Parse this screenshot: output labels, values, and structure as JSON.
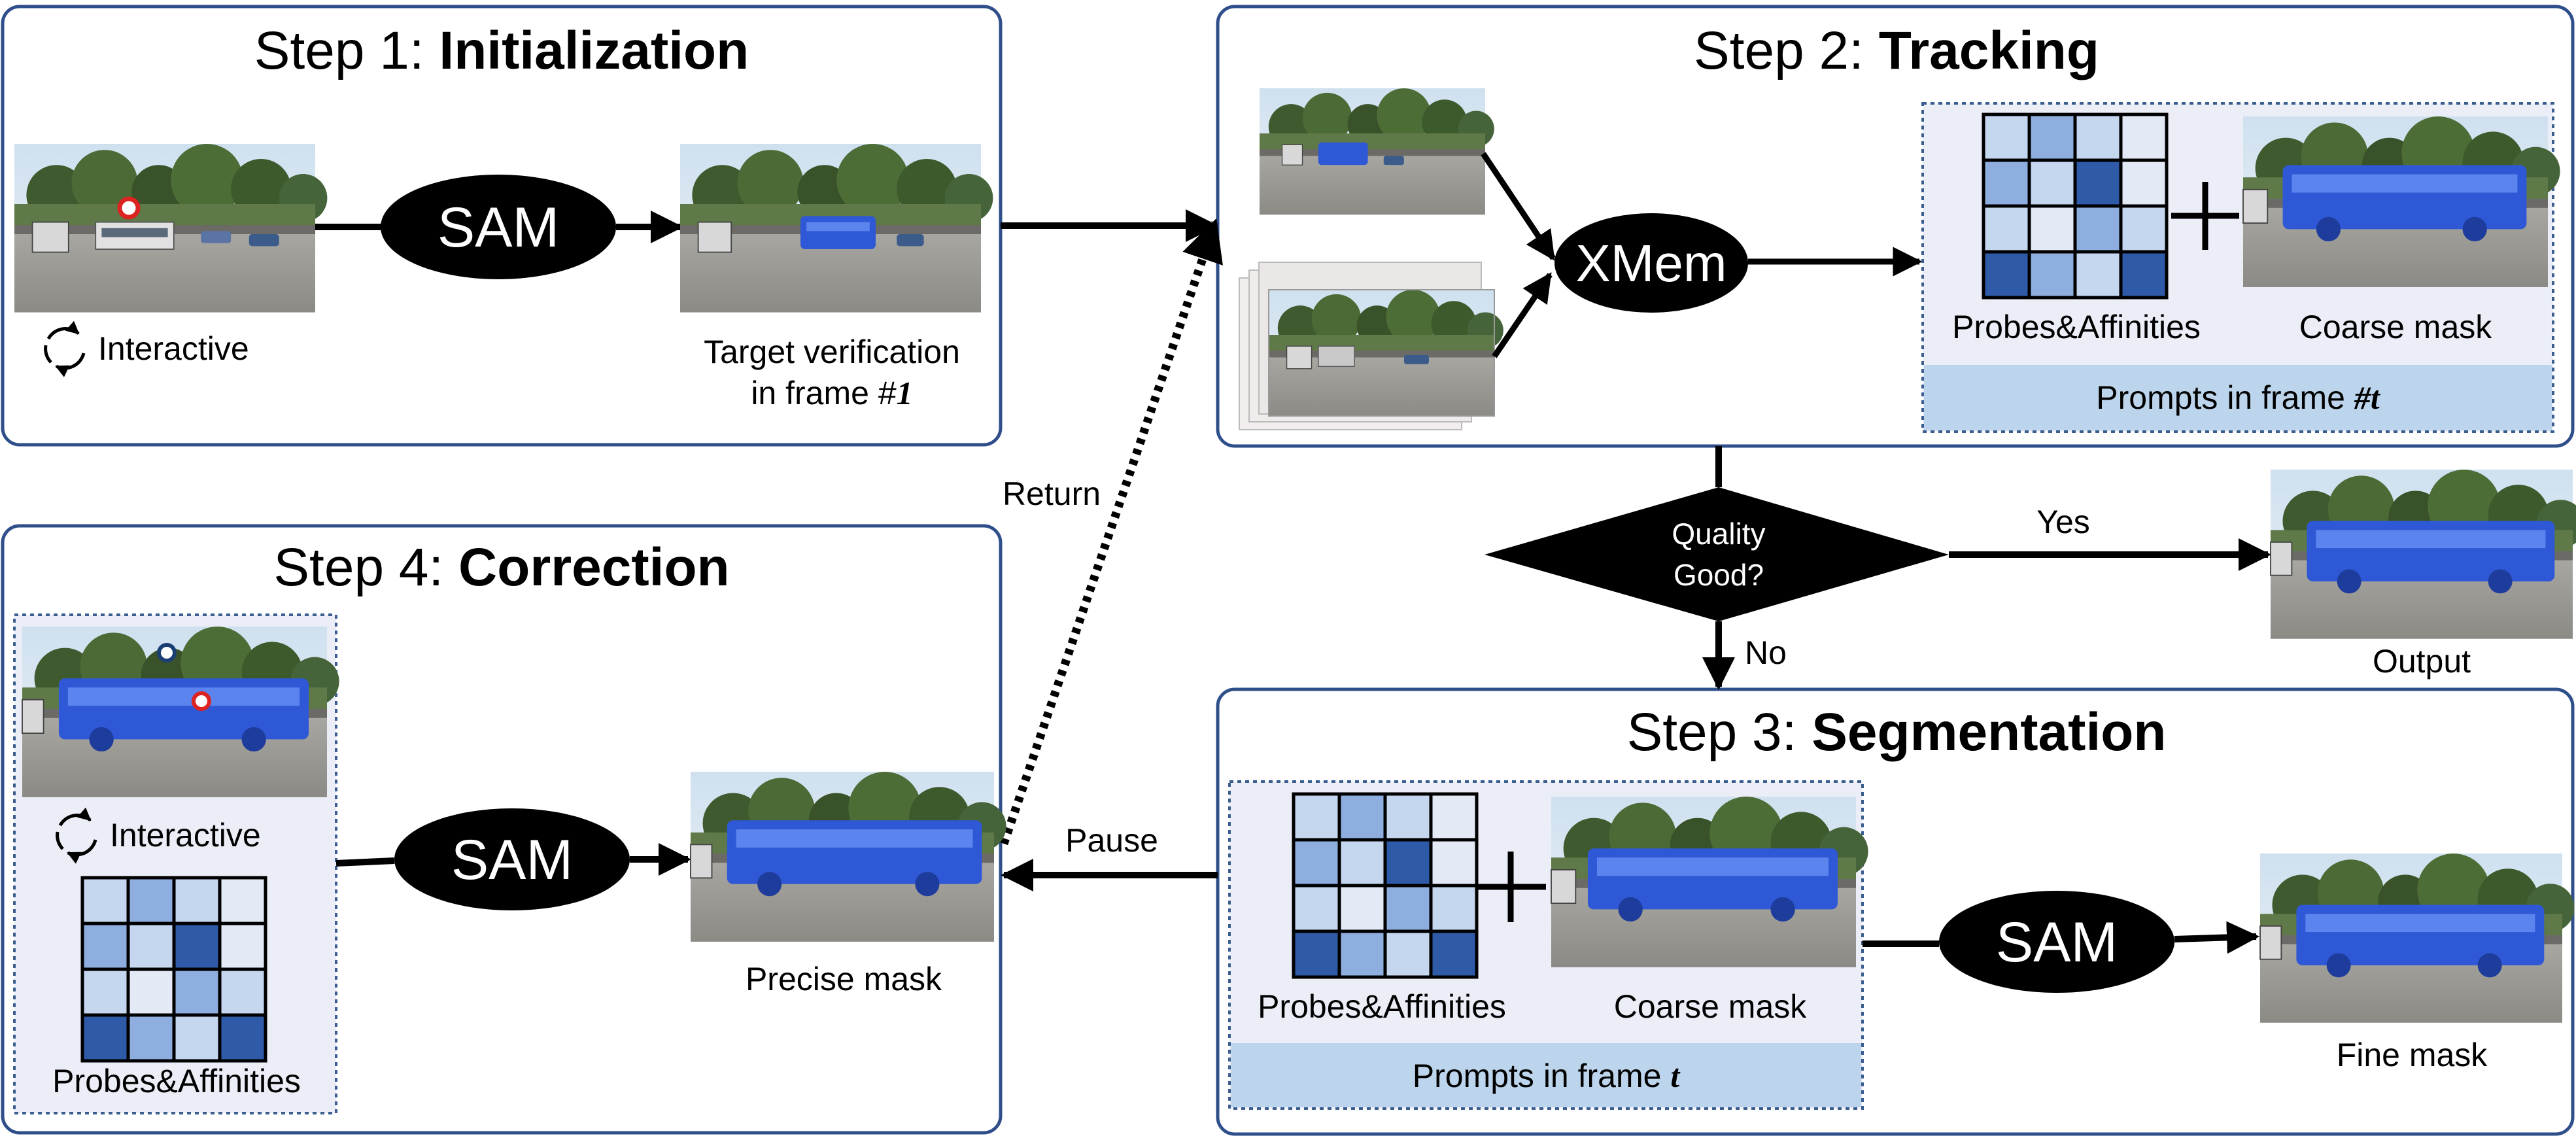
{
  "steps": {
    "step1": {
      "prefix": "Step 1:",
      "name": "Initialization"
    },
    "step2": {
      "prefix": "Step 2:",
      "name": "Tracking"
    },
    "step3": {
      "prefix": "Step 3:",
      "name": "Segmentation"
    },
    "step4": {
      "prefix": "Step 4:",
      "name": "Correction"
    }
  },
  "nodes": {
    "sam": "SAM",
    "xmem": "XMem",
    "decision_line1": "Quality",
    "decision_line2": "Good?"
  },
  "labels": {
    "interactive": "Interactive",
    "target_verification_line1": "Target verification",
    "target_verification_line2_text": "in frame #",
    "target_verification_line2_var": "1",
    "probes": "Probes&Affinities",
    "coarse_mask": "Coarse mask",
    "prompts_frame_text": "Prompts in frame ",
    "prompts_frame_t_hash": "#",
    "prompts_frame_t_var": "t",
    "fine_mask": "Fine mask",
    "precise_mask": "Precise mask",
    "output": "Output",
    "yes": "Yes",
    "no": "No",
    "return": "Return",
    "pause": "Pause"
  },
  "colors": {
    "panel_border": "#2f4f8a",
    "dotted_border": "#3a5f8f",
    "prompt_bg": "#eceef7",
    "prompt_band": "#bdd5ec",
    "mask_blue": "#2f58d6",
    "grid_dark": "#2e5aa8",
    "grid_mid": "#8faee0",
    "grid_light": "#c5d6ef",
    "grid_pale": "#e3eaf6"
  },
  "affinity_grid": [
    [
      2,
      1,
      2,
      3
    ],
    [
      1,
      2,
      0,
      3
    ],
    [
      2,
      3,
      1,
      2
    ],
    [
      0,
      1,
      2,
      0
    ]
  ]
}
